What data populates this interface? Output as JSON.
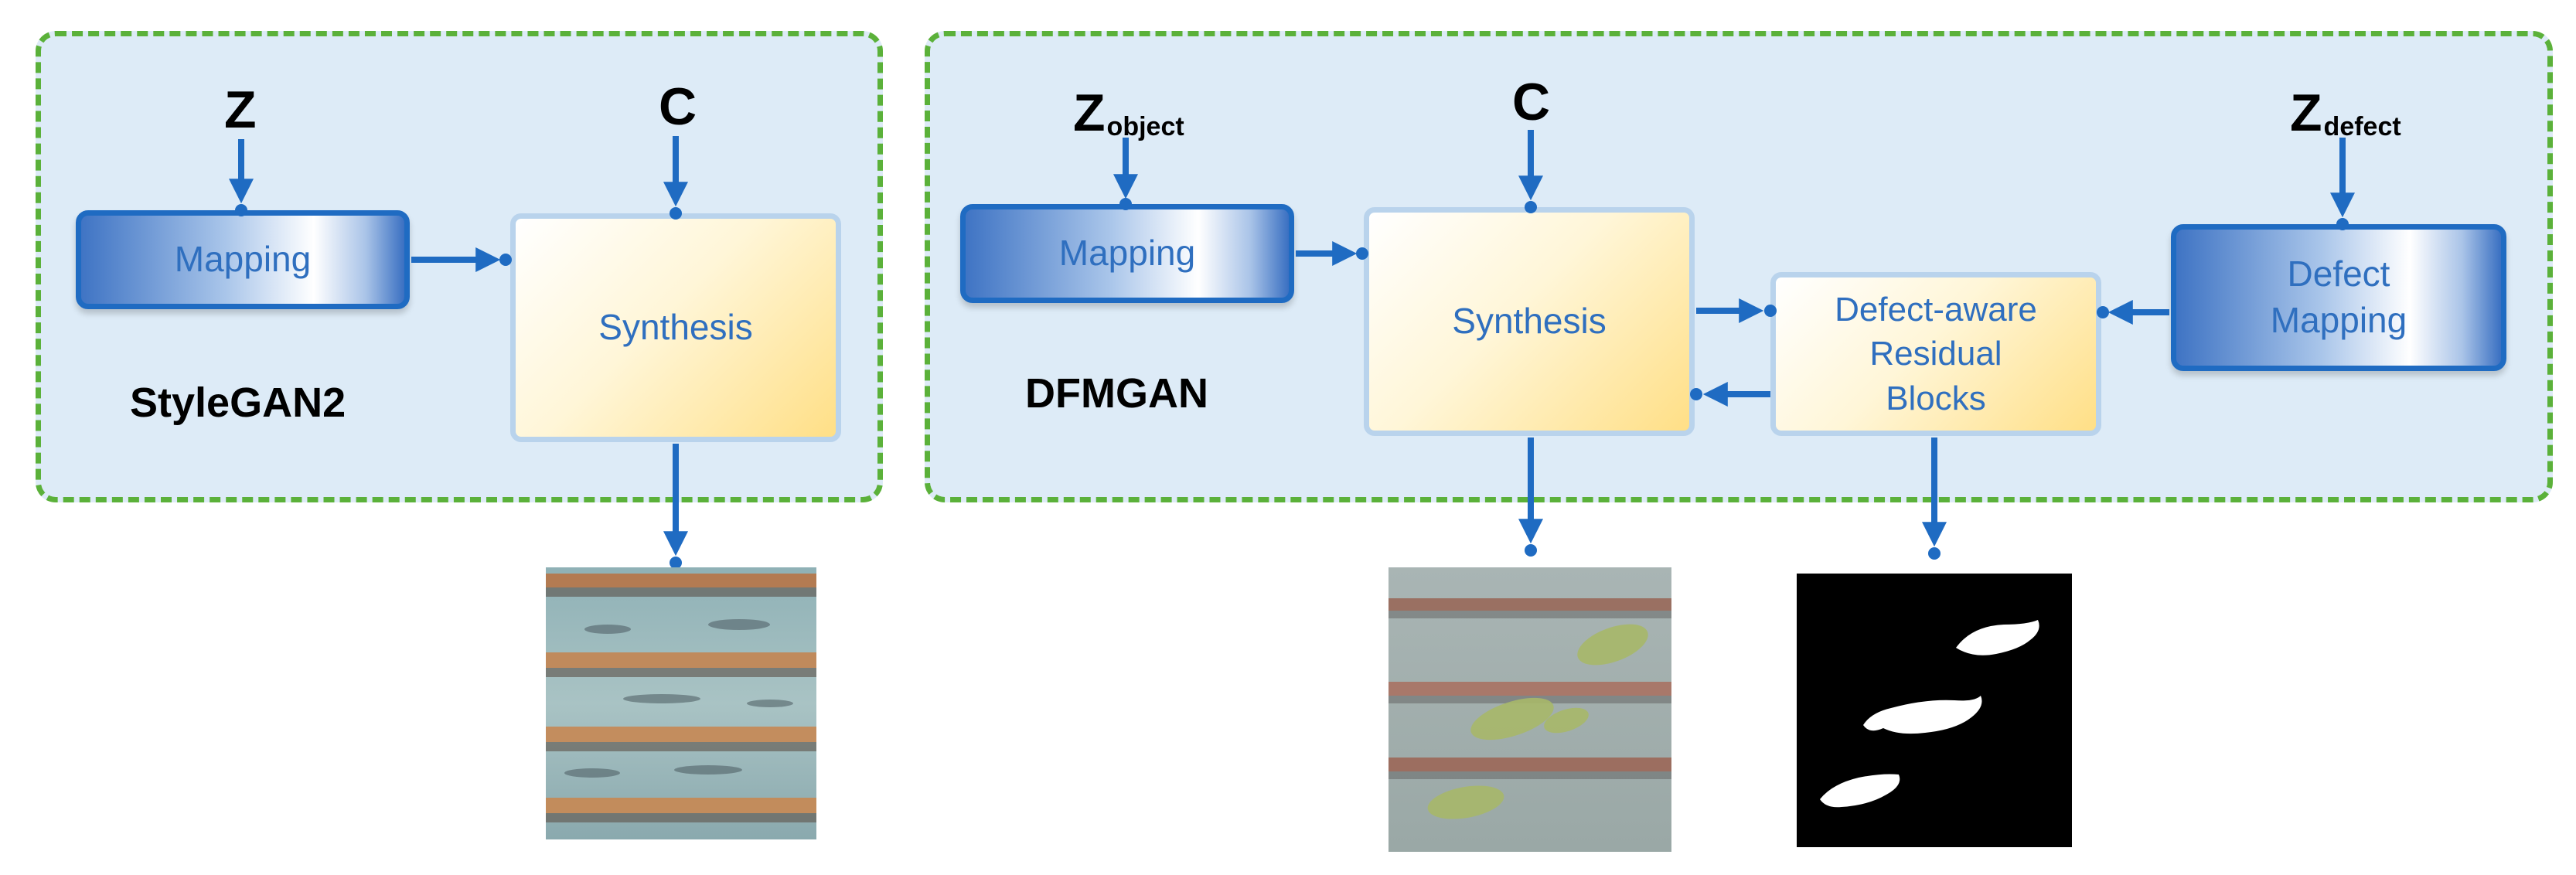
{
  "left_panel": {
    "label": "StyleGAN2",
    "z_label": "Z",
    "c_label": "C",
    "mapping_label": "Mapping",
    "synthesis_label": "Synthesis"
  },
  "right_panel": {
    "label": "DFMGAN",
    "z_object_main": "Z",
    "z_object_sub": "object",
    "c_label": "C",
    "z_defect_main": "Z",
    "z_defect_sub": "defect",
    "mapping_label": "Mapping",
    "synthesis_label": "Synthesis",
    "residual_label_line1": "Defect-aware",
    "residual_label_line2": "Residual",
    "residual_label_line3": "Blocks",
    "defect_mapping_line1": "Defect",
    "defect_mapping_line2": "Mapping"
  },
  "colors": {
    "arrow": "#1f6bc2",
    "panel_border": "#5bb13a",
    "panel_fill": "#ddebf7",
    "text_blue": "#2f6fbf"
  }
}
